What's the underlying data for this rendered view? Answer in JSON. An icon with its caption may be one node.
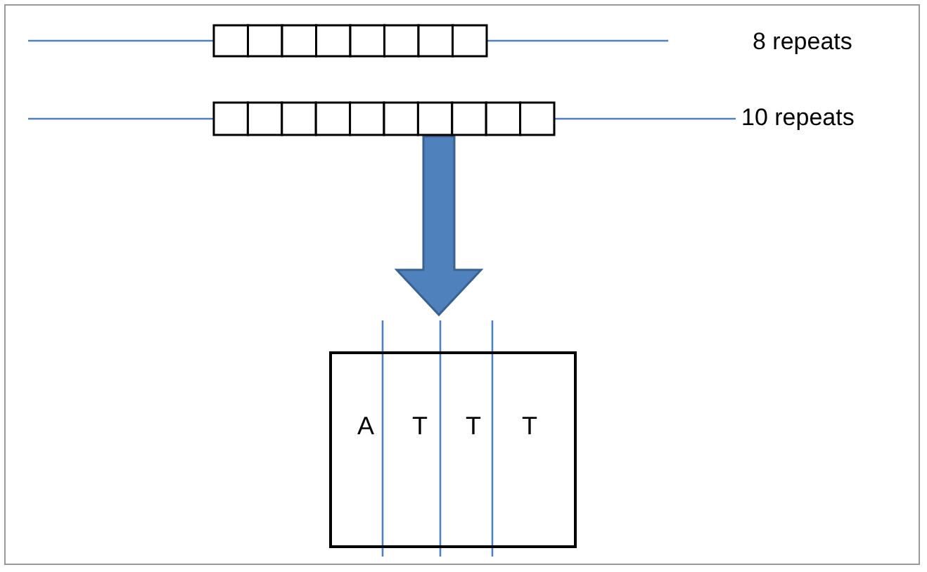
{
  "diagram": {
    "nodes": [
      {
        "text": [],
        "shape": "bar",
        "beside": [
          "8 repeats"
        ]
      },
      {
        "text": [],
        "shape": "bar",
        "beside": [
          "10 repeats"
        ]
      },
      {
        "text": [
          "A",
          "T",
          "T",
          "T"
        ]
      }
    ],
    "edges": [
      {
        "from": 1,
        "to": 2,
        "arrow": "to",
        "style": "thick",
        "color": "#4f81bd"
      }
    ]
  }
}
